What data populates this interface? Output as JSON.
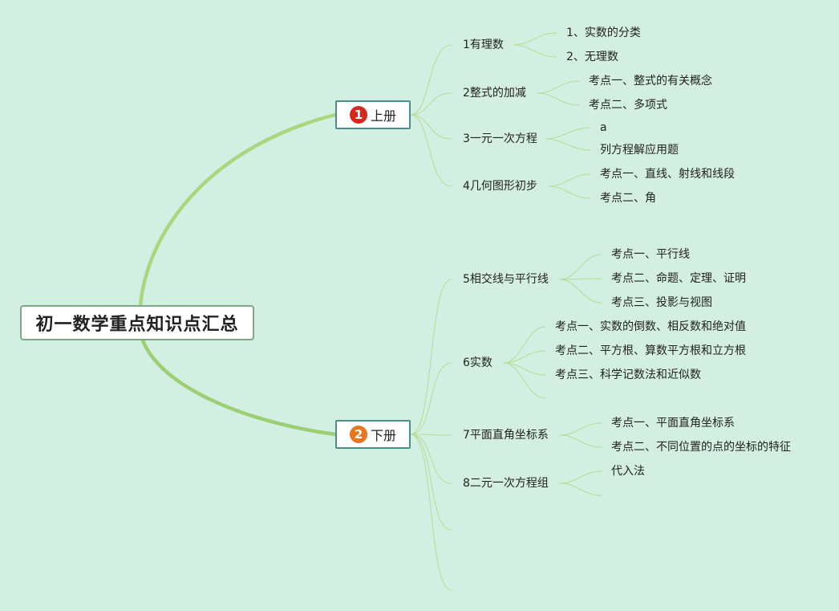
{
  "root": "初一数学重点知识点汇总",
  "colors": {
    "background": "#d3efe1",
    "main_line": "#a9d77e",
    "branch_line": "#b5dc96",
    "badge1": "#d42a1e",
    "badge2": "#e8761f"
  },
  "branches": [
    {
      "badge": "1",
      "label": "上册",
      "topics": [
        {
          "label": "1有理数",
          "items": [
            "1、实数的分类",
            "2、无理数"
          ]
        },
        {
          "label": "2整式的加减",
          "items": [
            "考点一、整式的有关概念",
            "考点二、多项式"
          ]
        },
        {
          "label": "3一元一次方程",
          "items": [
            "a",
            "列方程解应用题"
          ]
        },
        {
          "label": "4几何图形初步",
          "items": [
            "考点一、直线、射线和线段",
            "考点二、角"
          ]
        }
      ]
    },
    {
      "badge": "2",
      "label": "下册",
      "topics": [
        {
          "label": "5相交线与平行线",
          "items": [
            "考点一、平行线",
            "考点二、命题、定理、证明",
            "考点三、投影与视图"
          ]
        },
        {
          "label": "6实数",
          "items": [
            "考点一、实数的倒数、相反数和绝对值",
            "考点二、平方根、算数平方根和立方根",
            "考点三、科学记数法和近似数",
            ""
          ]
        },
        {
          "label": "7平面直角坐标系",
          "items": [
            "考点一、平面直角坐标系",
            "考点二、不同位置的点的坐标的特征"
          ]
        },
        {
          "label": "8二元一次方程组",
          "items": [
            "代入法",
            ""
          ]
        },
        {
          "label": "",
          "items": []
        },
        {
          "label": "",
          "items": []
        }
      ]
    }
  ]
}
